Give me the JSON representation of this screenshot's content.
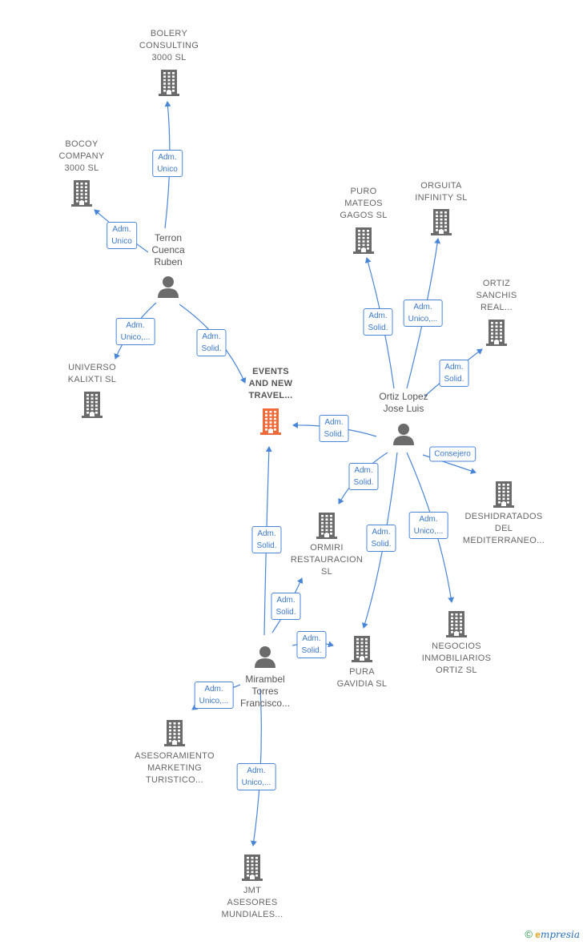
{
  "colors": {
    "building": "#6b6b6b",
    "center_building": "#f06a3a",
    "person": "#6b6b6b",
    "edge": "#4a86d8"
  },
  "companies": {
    "bolery": {
      "lines": [
        "BOLERY",
        "CONSULTING",
        "3000 SL"
      ]
    },
    "bocoy": {
      "lines": [
        "BOCOY",
        "COMPANY",
        "3000 SL"
      ]
    },
    "puro": {
      "lines": [
        "PURO",
        "MATEOS",
        "GAGOS  SL"
      ]
    },
    "orguita": {
      "lines": [
        "ORGUITA",
        "INFINITY  SL"
      ]
    },
    "ortiz_sanchis": {
      "lines": [
        "ORTIZ",
        "SANCHIS",
        "REAL..."
      ]
    },
    "universo": {
      "lines": [
        "UNIVERSO",
        "KALIXTI SL"
      ]
    },
    "events": {
      "lines": [
        "EVENTS",
        "AND NEW",
        "TRAVEL..."
      ]
    },
    "deshidratados": {
      "lines": [
        "DESHIDRATADOS",
        "DEL",
        "MEDITERRANEO..."
      ]
    },
    "ormiri": {
      "lines": [
        "ORMIRI",
        "RESTAURACION",
        "SL"
      ]
    },
    "negocios": {
      "lines": [
        "NEGOCIOS",
        "INMOBILIARIOS",
        "ORTIZ  SL"
      ]
    },
    "pura": {
      "lines": [
        "PURA",
        "GAVIDIA  SL"
      ]
    },
    "asesoramiento": {
      "lines": [
        "ASESORAMIENTO",
        "MARKETING",
        "TURISTICO..."
      ]
    },
    "jmt": {
      "lines": [
        "JMT",
        "ASESORES",
        "MUNDIALES..."
      ]
    }
  },
  "persons": {
    "terron": {
      "lines": [
        "Terron",
        "Cuenca",
        "Ruben"
      ]
    },
    "ortiz": {
      "lines": [
        "Ortiz Lopez",
        "Jose Luis"
      ]
    },
    "mirambel": {
      "lines": [
        "Mirambel",
        "Torres",
        "Francisco..."
      ]
    }
  },
  "relations": {
    "terron_bolery": [
      "Adm.",
      "Unico"
    ],
    "terron_bocoy": [
      "Adm.",
      "Unico"
    ],
    "terron_universo": [
      "Adm.",
      "Unico,..."
    ],
    "terron_events": [
      "Adm.",
      "Solid."
    ],
    "ortiz_puro": [
      "Adm.",
      "Solid."
    ],
    "ortiz_orguita": [
      "Adm.",
      "Unico,..."
    ],
    "ortiz_sanchis": [
      "Adm.",
      "Solid."
    ],
    "ortiz_events": [
      "Adm.",
      "Solid."
    ],
    "ortiz_deshidratados": [
      "Consejero"
    ],
    "ortiz_ormiri": [
      "Adm.",
      "Solid."
    ],
    "ortiz_pura": [
      "Adm.",
      "Solid."
    ],
    "ortiz_negocios": [
      "Adm.",
      "Unico,..."
    ],
    "mirambel_events": [
      "Adm.",
      "Solid."
    ],
    "mirambel_ormiri": [
      "Adm.",
      "Solid."
    ],
    "mirambel_pura": [
      "Adm.",
      "Solid."
    ],
    "mirambel_asesoramiento": [
      "Adm.",
      "Unico,..."
    ],
    "mirambel_jmt": [
      "Adm.",
      "Unico,..."
    ]
  },
  "footer": {
    "copyright": "©",
    "brand_initial": "e",
    "brand_rest": "mpresia"
  }
}
